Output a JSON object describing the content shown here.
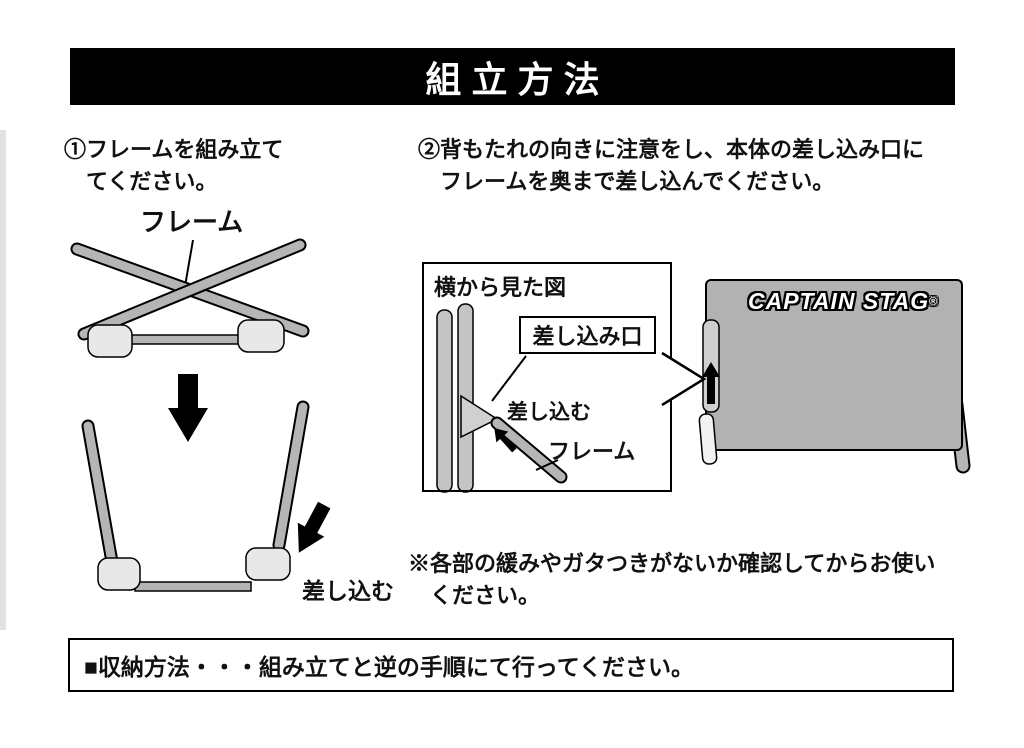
{
  "title": "組立方法",
  "step1": {
    "line1": "①フレームを組み立て",
    "line2": "てください。",
    "frame_label": "フレーム",
    "insert_label": "差し込む"
  },
  "step2": {
    "line1": "②背もたれの向きに注意をし、本体の差し込み口に",
    "line2": "フレームを奥まで差し込んでください。"
  },
  "side_view": {
    "title": "横から見た図",
    "slot_label": "差し込み口",
    "insert_label": "差し込む",
    "frame_label": "フレーム"
  },
  "chair": {
    "brand": "CAPTAIN STAG",
    "reg": "®"
  },
  "note": {
    "line1": "※各部の緩みやガタつきがないか確認してからお使い",
    "line2": "ください。"
  },
  "storage": {
    "text": "■収納方法・・・組み立てと逆の手順にて行ってください。"
  },
  "colors": {
    "banner_black": "#000000",
    "tube_gray": "#b5b5b5",
    "fabric_gray": "#b2b2b2"
  }
}
